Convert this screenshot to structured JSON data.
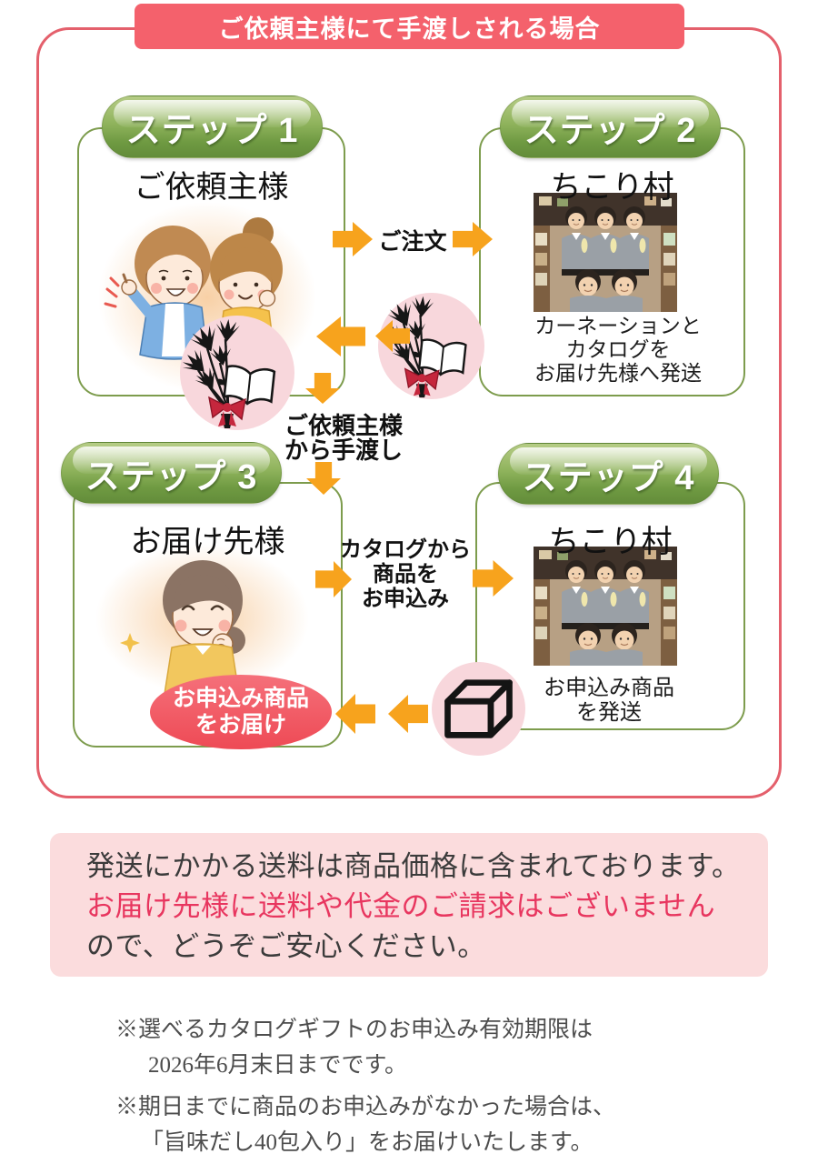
{
  "header": {
    "title": "ご依頼主様にて手渡しされる場合"
  },
  "steps": [
    {
      "pill": "ステップ 1",
      "heading": "ご依頼主様"
    },
    {
      "pill": "ステップ 2",
      "heading": "ちこり村",
      "caption": [
        "カーネーションと",
        "カタログを",
        "お届け先様へ発送"
      ]
    },
    {
      "pill": "ステップ 3",
      "heading": "お届け先様"
    },
    {
      "pill": "ステップ 4",
      "heading": "ちこり村",
      "caption": [
        "お申込み商品",
        "を発送"
      ]
    }
  ],
  "flow_labels": {
    "order": "ご注文",
    "handover": [
      "ご依頼主様",
      "から手渡し"
    ],
    "apply": [
      "カタログから",
      "商品を",
      "お申込み"
    ],
    "deliver": [
      "お申込み商品",
      "をお届け"
    ]
  },
  "notice": {
    "line1": "発送にかかる送料は商品価格に含まれております。",
    "line2": "お届け先様に送料や代金のご請求はございません",
    "line3": "ので、どうぞご安心ください。"
  },
  "notes": [
    {
      "line1": "※選べるカタログギフトのお申込み有効期限は",
      "line2": "2026年6月末日までです。"
    },
    {
      "line1": "※期日までに商品のお申込みがなかった場合は、",
      "line2": "「旨味だし40包入り」をお届けいたします。"
    }
  ],
  "icons": {
    "carnation_catalog": "black carnation bouquet with red bow and open catalog on pink circle",
    "package_box": "black outlined parcel box on pink circle",
    "arrow": "orange block arrow",
    "clients_illustration": "two smiling women cartoon",
    "recipient_illustration": "smiling older woman cartoon",
    "staff_photo": "five shop staff in gray uniforms"
  },
  "colors": {
    "header_red": "#f4616c",
    "frame_red": "#e4606c",
    "step_green_border": "#7d9c4d",
    "pill_green": "#6f9a42",
    "arrow_orange": "#f7a31d",
    "circle_pink": "#f8d7dc",
    "deliver_red": "#ee4a55",
    "notice_bg": "#fbdcdd",
    "notice_red_text": "#e8365f"
  }
}
